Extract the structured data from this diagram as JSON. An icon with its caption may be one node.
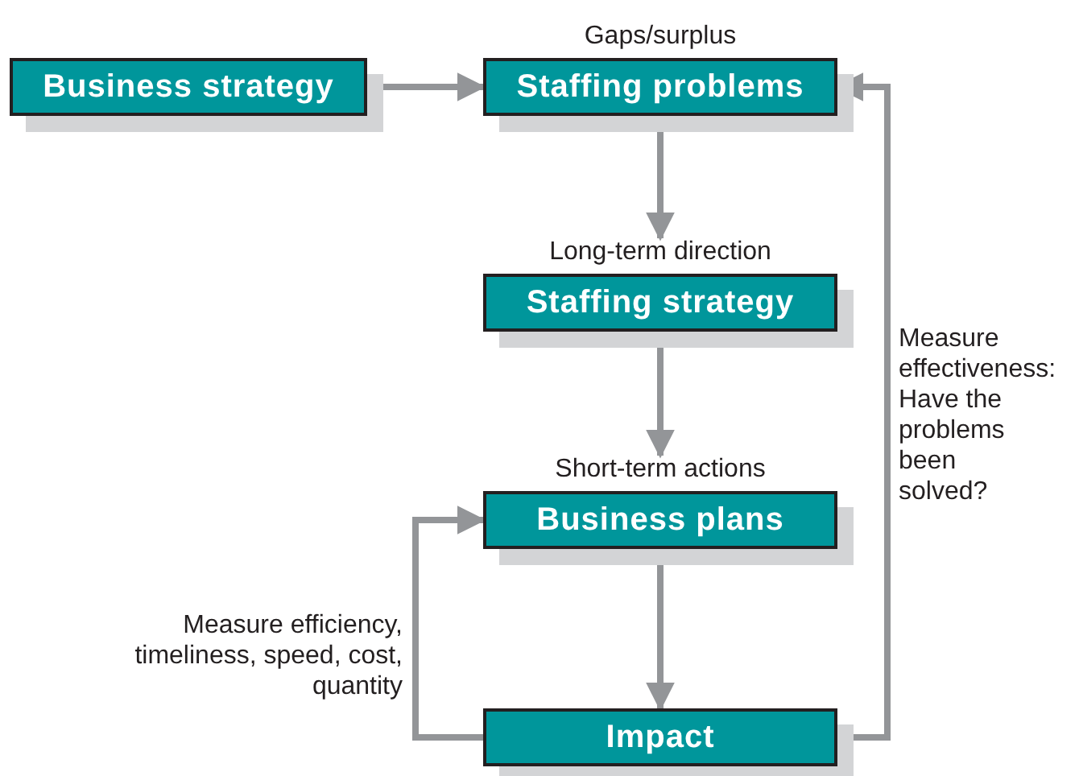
{
  "diagram": {
    "nodes": [
      {
        "text": [
          "Business strategy"
        ]
      },
      {
        "text": [
          "Staffing problems"
        ],
        "beside": [
          "Gaps/surplus"
        ]
      },
      {
        "text": [
          "Staffing strategy"
        ],
        "beside": [
          "Long-term direction"
        ]
      },
      {
        "text": [
          "Business plans"
        ],
        "beside": [
          "Short-term actions"
        ]
      },
      {
        "text": [
          "Impact"
        ]
      }
    ],
    "edges": [
      {
        "from": 0,
        "to": 1,
        "arrow": "to"
      },
      {
        "from": 1,
        "to": 2,
        "arrow": "to"
      },
      {
        "from": 2,
        "to": 3,
        "arrow": "to"
      },
      {
        "from": 3,
        "to": 4,
        "arrow": "to"
      },
      {
        "from": 4,
        "to": 3,
        "arrow": "to",
        "label": "Measure efficiency, timeliness, speed, cost, quantity"
      },
      {
        "from": 4,
        "to": 1,
        "arrow": "to",
        "label": "Measure effectiveness: Have the problems been solved?"
      }
    ]
  }
}
